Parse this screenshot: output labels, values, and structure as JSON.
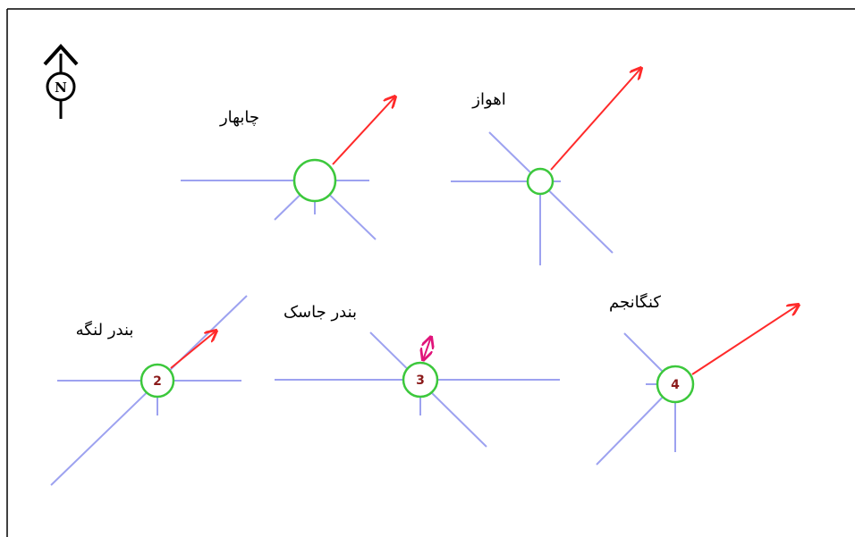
{
  "stations": [
    {
      "label": "چابهار",
      "number": "",
      "vector_color": "#ff2a2a"
    },
    {
      "label": "اهواز",
      "number": "",
      "vector_color": "#ff2a2a"
    },
    {
      "label": "بندر لنگه",
      "number": "2",
      "vector_color": "#ff2a2a"
    },
    {
      "label": "بندر جاسک",
      "number": "3",
      "vector_color": "#e0147a"
    },
    {
      "label": "کنگانجم",
      "number": "4",
      "vector_color": "#ff2a2a"
    }
  ],
  "north_arrow": {
    "letter": "N"
  },
  "colors": {
    "rays": "#9da2f0",
    "circle": "#3cc83c",
    "number": "#8b1a1a",
    "frame": "#000000"
  }
}
